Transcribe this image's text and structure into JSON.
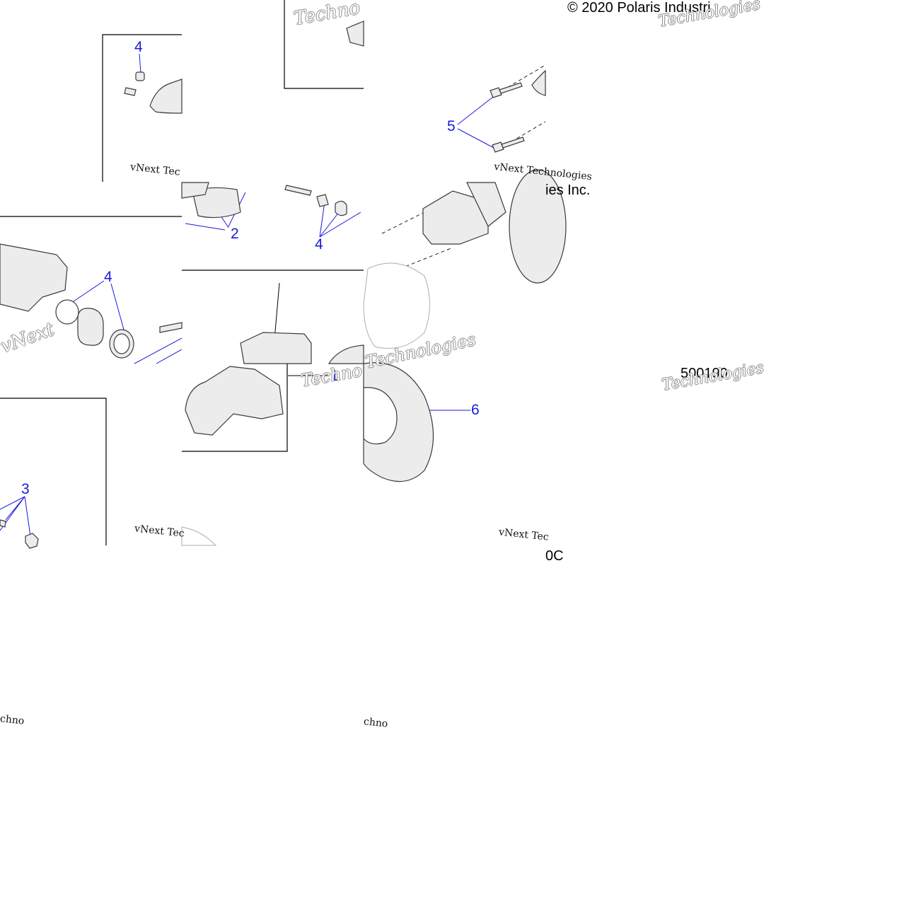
{
  "copyright": "© 2020 Polaris Industri",
  "copyright_tail": "ies Inc.",
  "figure_number": "500190",
  "figure_number_tail": "0C",
  "callouts": {
    "c4_top": "4",
    "c5": "5",
    "c2": "2",
    "c4_mid": "4",
    "c4_left": "4",
    "c1": "1",
    "c6": "6",
    "c3": "3"
  },
  "watermark": {
    "brand_short": "vNext Tec",
    "brand_full": "vNext Technologies",
    "techno": "Techno",
    "technologies": "Technologies",
    "vnext": "vNext",
    "chno": "chno"
  },
  "colors": {
    "callout": "#1a1adc",
    "line": "#000000",
    "part_fill": "#ececec",
    "part_stroke": "#3a3a3a"
  }
}
